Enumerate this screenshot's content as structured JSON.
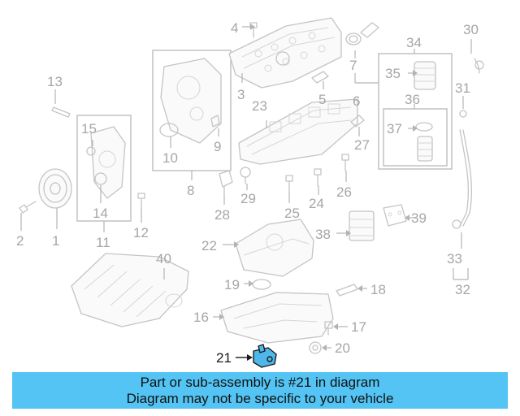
{
  "colors": {
    "banner_background": "#54c4f4",
    "highlight_part": "#4fb8ea",
    "line_art": "#c4c4c4",
    "callout_text": "#a6a6a6",
    "highlight_text": "#1a1a1a"
  },
  "highlighted_part": "21",
  "callouts": {
    "c1": "1",
    "c2": "2",
    "c3": "3",
    "c4": "4",
    "c5": "5",
    "c6": "6",
    "c7": "7",
    "c8": "8",
    "c9": "9",
    "c10": "10",
    "c11": "11",
    "c12": "12",
    "c13": "13",
    "c14": "14",
    "c15": "15",
    "c16": "16",
    "c17": "17",
    "c18": "18",
    "c19": "19",
    "c20": "20",
    "c21": "21",
    "c22": "22",
    "c23": "23",
    "c24": "24",
    "c25": "25",
    "c26": "26",
    "c27": "27",
    "c28": "28",
    "c29": "29",
    "c30": "30",
    "c31": "31",
    "c32": "32",
    "c33": "33",
    "c34": "34",
    "c35": "35",
    "c36": "36",
    "c37": "37",
    "c38": "38",
    "c39": "39",
    "c40": "40"
  },
  "banner": {
    "line1": "Part or sub-assembly is #21 in diagram",
    "line2": "Diagram may not be specific to your vehicle"
  }
}
